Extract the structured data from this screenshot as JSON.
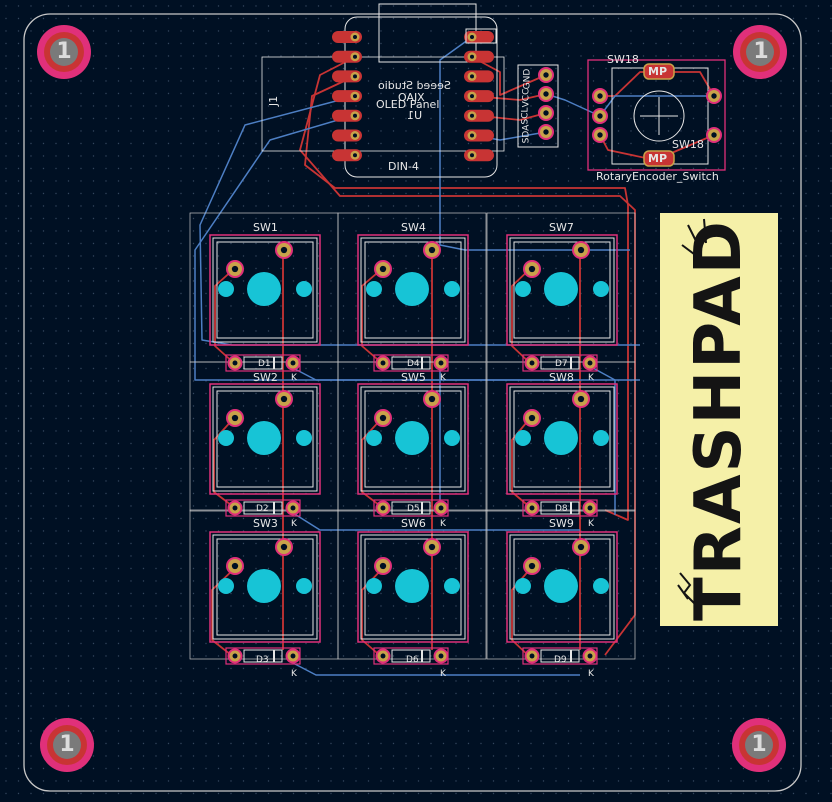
{
  "board": {
    "name": "TRASHPAD",
    "colors": {
      "background": "#001023",
      "outline": "#c8c8c8",
      "front_copper": "#c83434",
      "back_copper": "#4d7fc4",
      "pad": "#c8a24a",
      "mask": "#e0307a",
      "npth": "#17c4d6",
      "silk": "#e6e6e6",
      "logo_bg": "#f5f0a8"
    }
  },
  "mounting_holes": [
    {
      "id": "H1",
      "label": "1"
    },
    {
      "id": "H2",
      "label": "1"
    },
    {
      "id": "H3",
      "label": "1"
    },
    {
      "id": "H4",
      "label": "1"
    }
  ],
  "mcu": {
    "brand_mirrored": "Seeed Studio",
    "name_mirrored": "XIAO",
    "ref": "U1"
  },
  "oled": {
    "ref": "J1",
    "title": "OLED Panel",
    "value": "DIN-4",
    "pins": [
      "SDA",
      "SCL",
      "VCC",
      "GND"
    ]
  },
  "encoder": {
    "ref": "SW18",
    "ref2": "SW18",
    "value": "RotaryEncoder_Switch",
    "mp_label": "MP"
  },
  "switches": [
    "SW1",
    "SW4",
    "SW7",
    "SW2",
    "SW5",
    "SW8",
    "SW3",
    "SW6",
    "SW9"
  ],
  "diodes": [
    "D1",
    "D4",
    "D7",
    "D2",
    "D5",
    "D8",
    "D3",
    "D6",
    "D9"
  ],
  "diode_cathode": "K"
}
